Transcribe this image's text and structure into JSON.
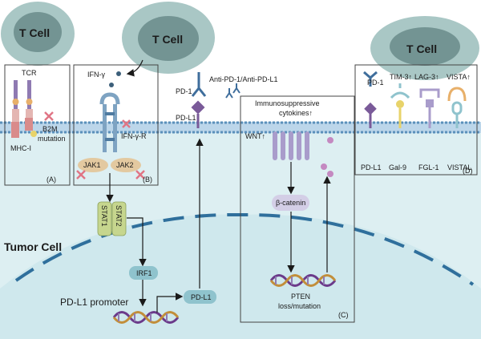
{
  "labels": {
    "t_cell_1": "T Cell",
    "t_cell_2": "T Cell",
    "t_cell_3": "T Cell",
    "tcr": "TCR",
    "b2m_1": "B2M",
    "b2m_2": "mutation",
    "mhc": "MHC-I",
    "panel_a": "(A)",
    "ifn_gamma": "IFN-γ",
    "ifn_gamma_r": "IFN-γ-R",
    "jak1": "JAK1",
    "jak2": "JAK2",
    "panel_b": "(B)",
    "stat1": "STAT1",
    "stat2": "STAT2",
    "irf1": "IRF1",
    "pdl1_promoter": "PD-L1 promoter",
    "pdl1_transcript": "PD-L1",
    "pd1_center": "PD-1",
    "pdl1_center": "PD-L1",
    "anti_pd1": "Anti-PD-1/Anti-PD-L1",
    "immunosuppressive_1": "Immunosuppressive",
    "immunosuppressive_2": "cytokines↑",
    "wnt": "WNT↑",
    "beta_catenin": "β-catenin",
    "pten_1": "PTEN",
    "pten_2": "loss/mutation",
    "panel_c": "(C)",
    "tumor_cell": "Tumor Cell",
    "pd1_right": "PD-1",
    "tim3": "TIM-3↑",
    "lag3": "LAG-3↑",
    "vista": "VISTA↑",
    "pdl1_right": "PD-L1",
    "gal9": "Gal-9",
    "fgl1": "FGL-1",
    "vistal": "VISTAL",
    "panel_d": "(D)"
  },
  "colors": {
    "t_cell_fill": "#a9c7c5",
    "t_cell_nucleus": "#6d8e8d",
    "membrane": "#6e9fc4",
    "tumor_cytoplasm": "#ddeff2",
    "nuclear_dash": "#2f6f9c",
    "receptor_purple": "#8f7ab2",
    "receptor_pink": "#e4b6b2",
    "jak_fill": "#e3c9a0",
    "stat_fill": "#c6d68e",
    "irf1_fill": "#8fc3cd",
    "beta_catenin_fill": "#d3cee6",
    "cytokine_dot": "#c489c1",
    "blocked_x": "#e07585"
  }
}
